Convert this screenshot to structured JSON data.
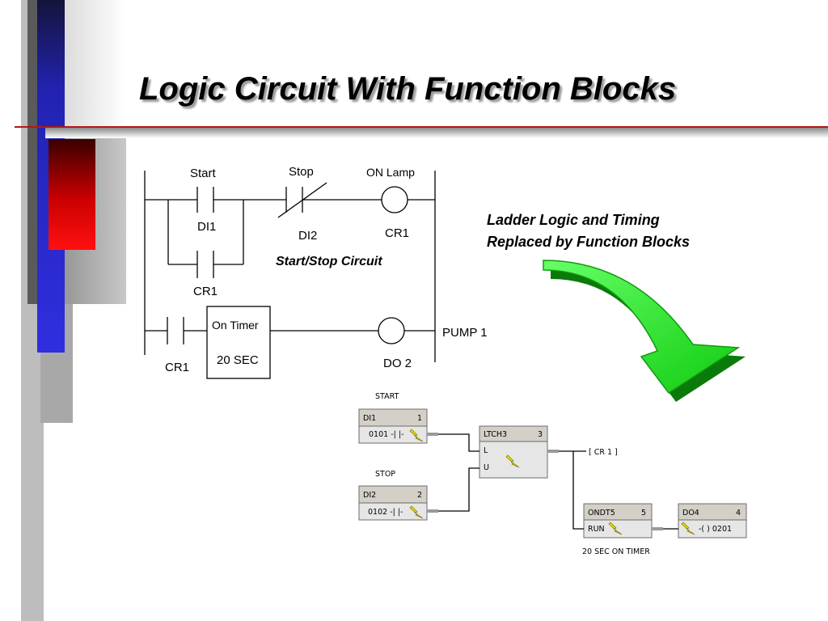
{
  "slide": {
    "title": "Logic Circuit With Function Blocks"
  },
  "ladder": {
    "contact_start_label": "Start",
    "contact_start_tag": "DI1",
    "contact_stop_label": "Stop",
    "contact_stop_tag": "DI2",
    "coil_on_lamp_label": "ON Lamp",
    "coil_on_lamp_tag": "CR1",
    "seal_contact_tag": "CR1",
    "circuit_caption": "Start/Stop Circuit",
    "timer_contact_tag": "CR1",
    "timer_block_label": "On Timer",
    "timer_block_value": "20 SEC",
    "output_coil_tag": "DO 2",
    "output_name": "PUMP 1"
  },
  "annotation": {
    "line1": "Ladder Logic and Timing",
    "line2": "Replaced by Function Blocks"
  },
  "colors": {
    "arrow": "#22e022",
    "bar_blue": "#2626c8",
    "bar_red": "#ff0000"
  },
  "function_blocks": {
    "start_caption": "START",
    "stop_caption": "STOP",
    "di1": {
      "name": "DI1",
      "number": "1",
      "address": "0101 -| |-"
    },
    "di2": {
      "name": "DI2",
      "number": "2",
      "address": "0102 -| |-"
    },
    "ltch": {
      "name": "LTCH3",
      "number": "3",
      "input_l": "L",
      "input_u": "U"
    },
    "cr1_tag": "[ CR 1 ]",
    "ondt": {
      "name": "ONDT5",
      "number": "5",
      "input_run": "RUN"
    },
    "do4": {
      "name": "DO4",
      "number": "4",
      "address": "-( ) 0201"
    },
    "timer_caption": "20 SEC ON TIMER"
  }
}
